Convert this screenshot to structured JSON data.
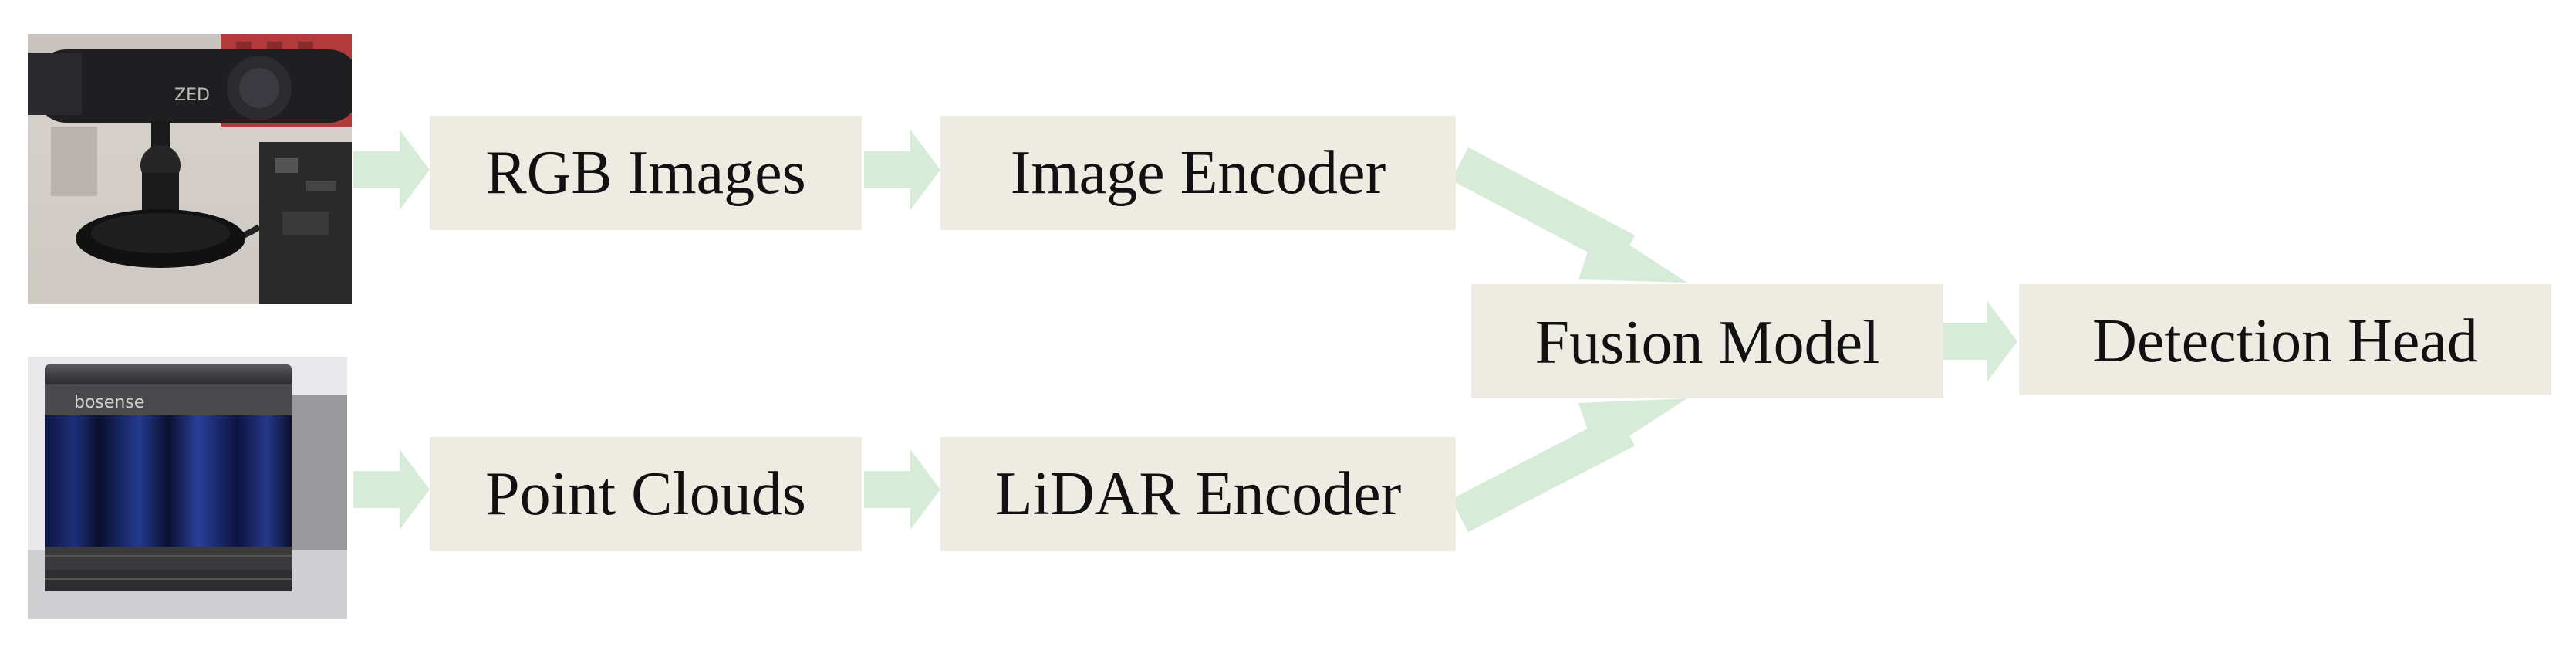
{
  "nodes": {
    "rgb_images": "RGB Images",
    "image_encoder": "Image Encoder",
    "point_clouds": "Point Clouds",
    "lidar_encoder": "LiDAR Encoder",
    "fusion_model": "Fusion Model",
    "detection_head": "Detection Head"
  },
  "photos": {
    "camera": {
      "icon": "stereo-camera-photo",
      "brand_text": "ZED"
    },
    "lidar": {
      "icon": "lidar-sensor-photo",
      "brand_text": "bosense"
    }
  },
  "colors": {
    "box_fill": "#eeebe2",
    "arrow_fill": "#d6ecd8",
    "text": "#111111"
  }
}
